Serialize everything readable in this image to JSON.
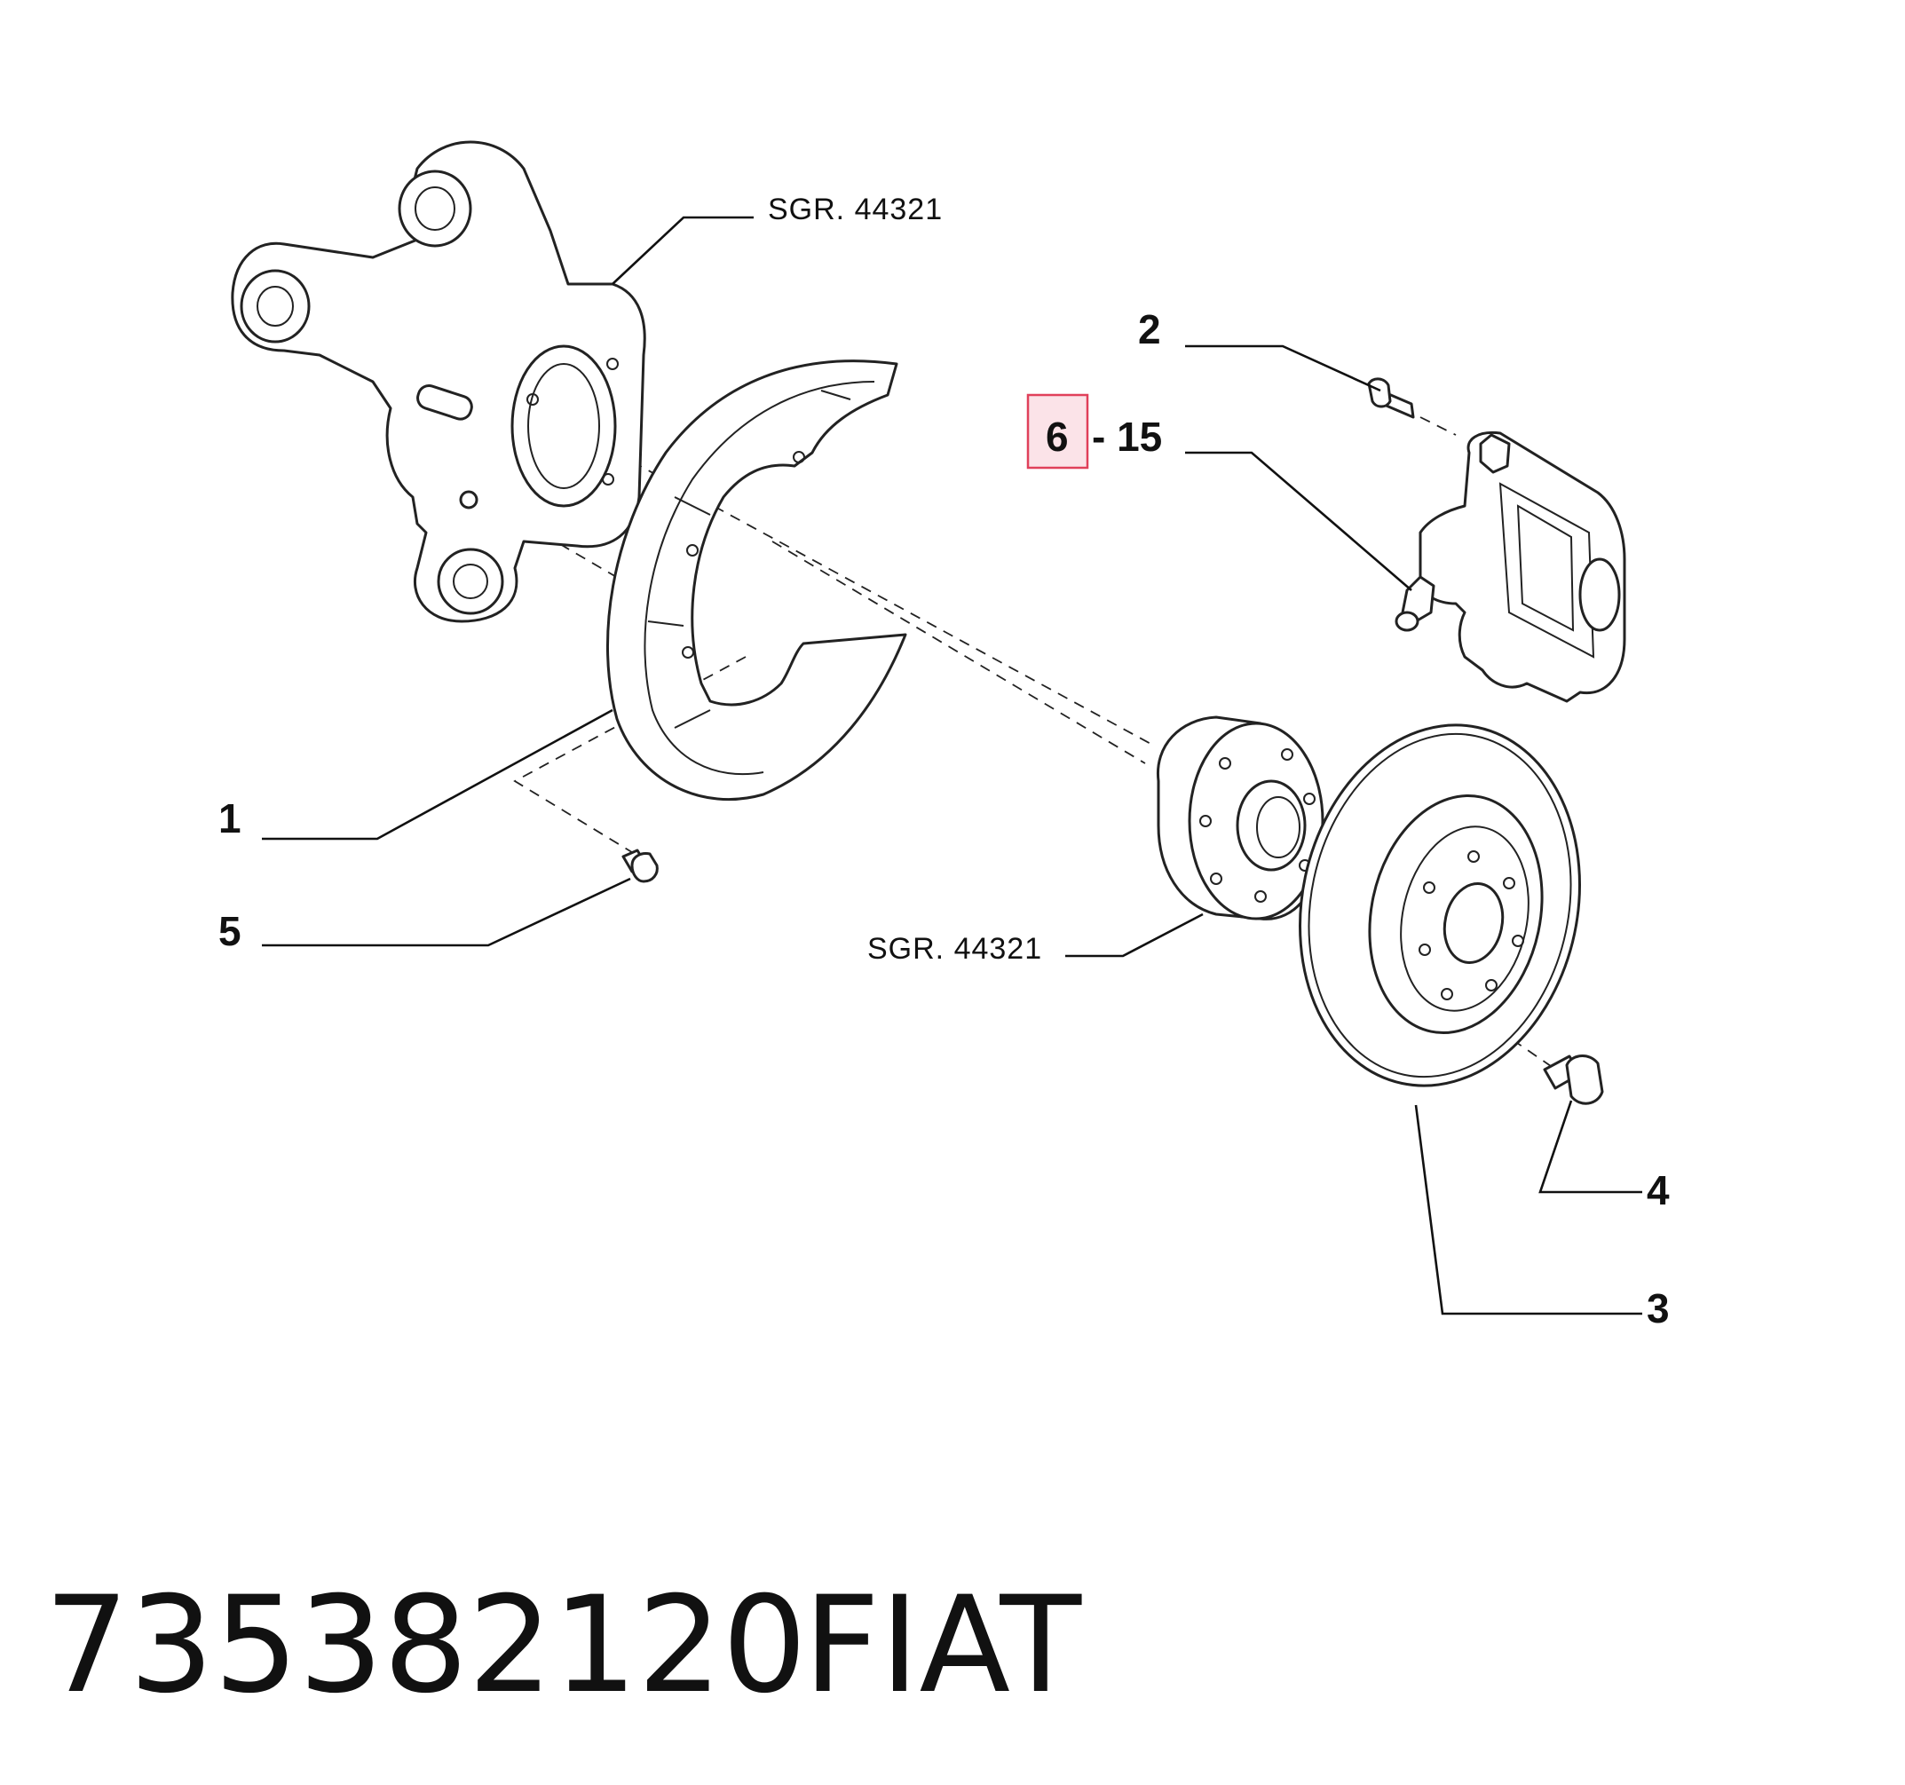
{
  "callouts": {
    "c1": "1",
    "c2": "2",
    "c3": "3",
    "c4": "4",
    "c5": "5",
    "c6": "6",
    "c6_suffix": "- 15"
  },
  "references": {
    "knuckle_ref": "SGR. 44321",
    "hub_ref": "SGR. 44321"
  },
  "footer": {
    "part_number": "735382120",
    "brand": "FIAT"
  },
  "colors": {
    "highlight_fill": "#fbe3e8",
    "highlight_stroke": "#e0405a",
    "line": "#111111"
  }
}
